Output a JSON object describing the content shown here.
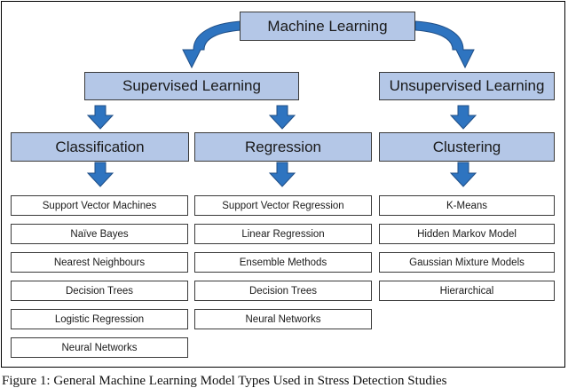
{
  "root": "Machine Learning",
  "branches": [
    {
      "label": "Supervised Learning",
      "groups": [
        {
          "label": "Classification",
          "items": [
            "Support Vector Machines",
            "Naïve Bayes",
            "Nearest Neighbours",
            "Decision Trees",
            "Logistic Regression",
            "Neural Networks"
          ]
        },
        {
          "label": "Regression",
          "items": [
            "Support Vector Regression",
            "Linear Regression",
            "Ensemble Methods",
            "Decision Trees",
            "Neural Networks"
          ]
        }
      ]
    },
    {
      "label": "Unsupervised Learning",
      "groups": [
        {
          "label": "Clustering",
          "items": [
            "K-Means",
            "Hidden Markov Model",
            "Gaussian Mixture Models",
            "Hierarchical"
          ]
        }
      ]
    }
  ],
  "caption": "Figure 1: General Machine Learning Model Types Used in Stress Detection Studies",
  "colors": {
    "box_fill": "#b4c7e7",
    "arrow_fill": "#2e74c0",
    "arrow_stroke": "#1f4e86"
  }
}
